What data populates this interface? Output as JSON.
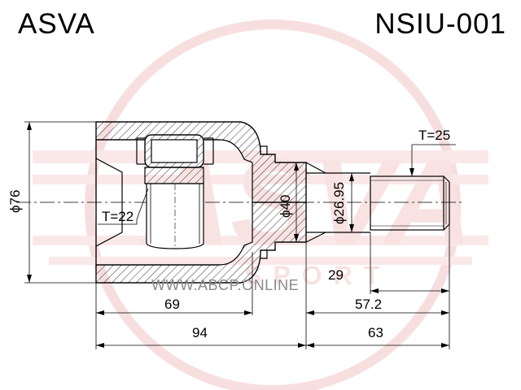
{
  "header": {
    "brand": "ASVA",
    "part_number": "NSIU-001"
  },
  "watermark": {
    "logo_text": "ASVA",
    "logo_subtext": "SPORT",
    "site_text": "WWW.ABCP.ONLINE"
  },
  "dimensions": {
    "outer_diameter": "ϕ76",
    "housing_diameter": "ϕ40",
    "shaft_diameter": "ϕ26.95",
    "inner_spline_teeth": "T=22",
    "outer_spline_teeth": "T=25",
    "housing_depth": "69",
    "shaft_length": "57.2",
    "spline_length": "29",
    "body_length": "94",
    "stem_length": "63"
  },
  "colors": {
    "line": "#000000",
    "watermark": "#f2c4c4",
    "watermark_text": "#8a8a8a"
  }
}
